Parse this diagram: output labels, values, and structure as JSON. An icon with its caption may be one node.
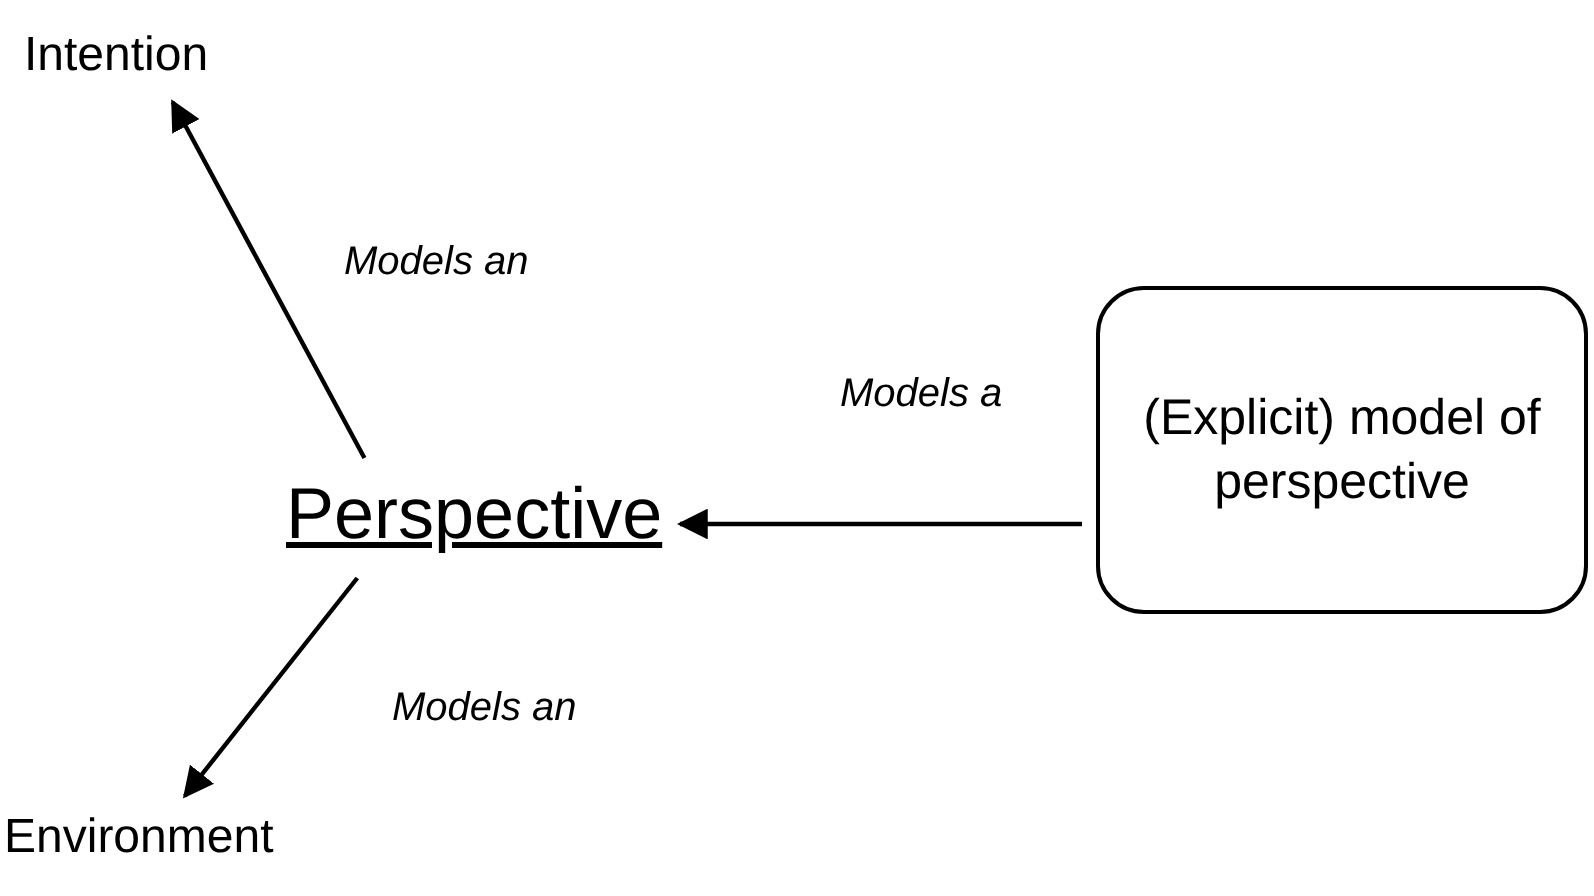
{
  "diagram": {
    "nodes": [
      {
        "text": [
          "Intention"
        ]
      },
      {
        "text": [
          "Perspective"
        ]
      },
      {
        "text": [
          "Environment"
        ]
      },
      {
        "text": [
          "(Explicit) model of perspective"
        ]
      }
    ],
    "edges": [
      {
        "from": 1,
        "to": 0,
        "arrow": "to",
        "label": "Models an"
      },
      {
        "from": 1,
        "to": 2,
        "arrow": "to",
        "label": "Models an"
      },
      {
        "from": 3,
        "to": 1,
        "arrow": "to",
        "label": "Models a"
      }
    ]
  }
}
